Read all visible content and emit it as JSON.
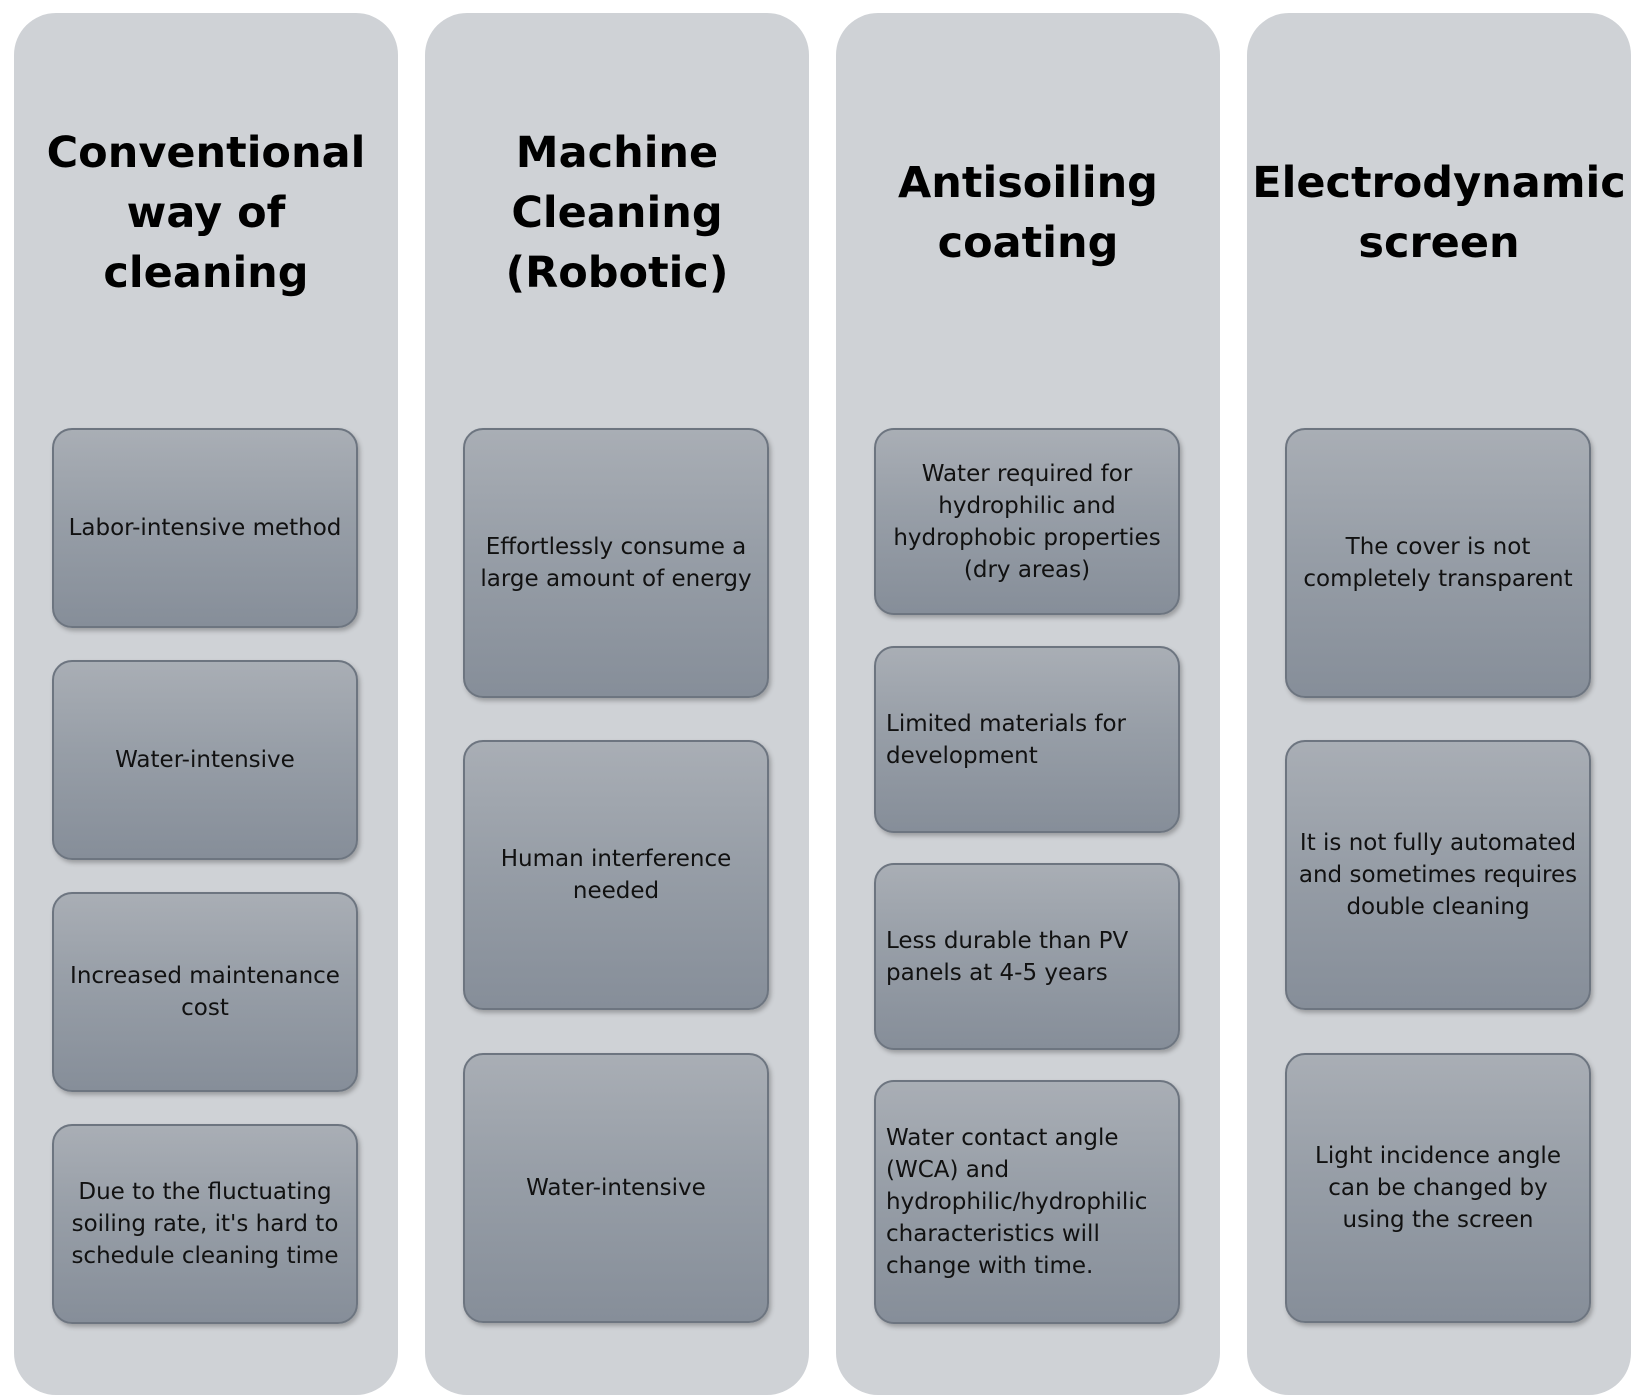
{
  "columns": [
    {
      "title": "Conventional way of cleaning",
      "items": [
        "Labor-intensive method",
        "Water-intensive",
        "Increased maintenance cost",
        "Due to the fluctuating soiling rate, it's hard to schedule cleaning time"
      ]
    },
    {
      "title": "Machine Cleaning (Robotic)",
      "items": [
        "Effortlessly consume a large amount of energy",
        "Human interference needed",
        "Water-intensive"
      ]
    },
    {
      "title": "Antisoiling coating",
      "items": [
        "Water required for hydrophilic and hydrophobic properties (dry areas)",
        "Limited materials for development",
        "Less durable than PV panels at 4-5 years",
        "Water contact angle (WCA) and hydrophilic/hydrophilic characteristics will change with time."
      ]
    },
    {
      "title": "Electrodynamic screen",
      "items": [
        "The cover is not completely transparent",
        "It is not fully automated and sometimes requires double cleaning",
        "Light incidence angle can be changed by using the screen"
      ]
    }
  ]
}
